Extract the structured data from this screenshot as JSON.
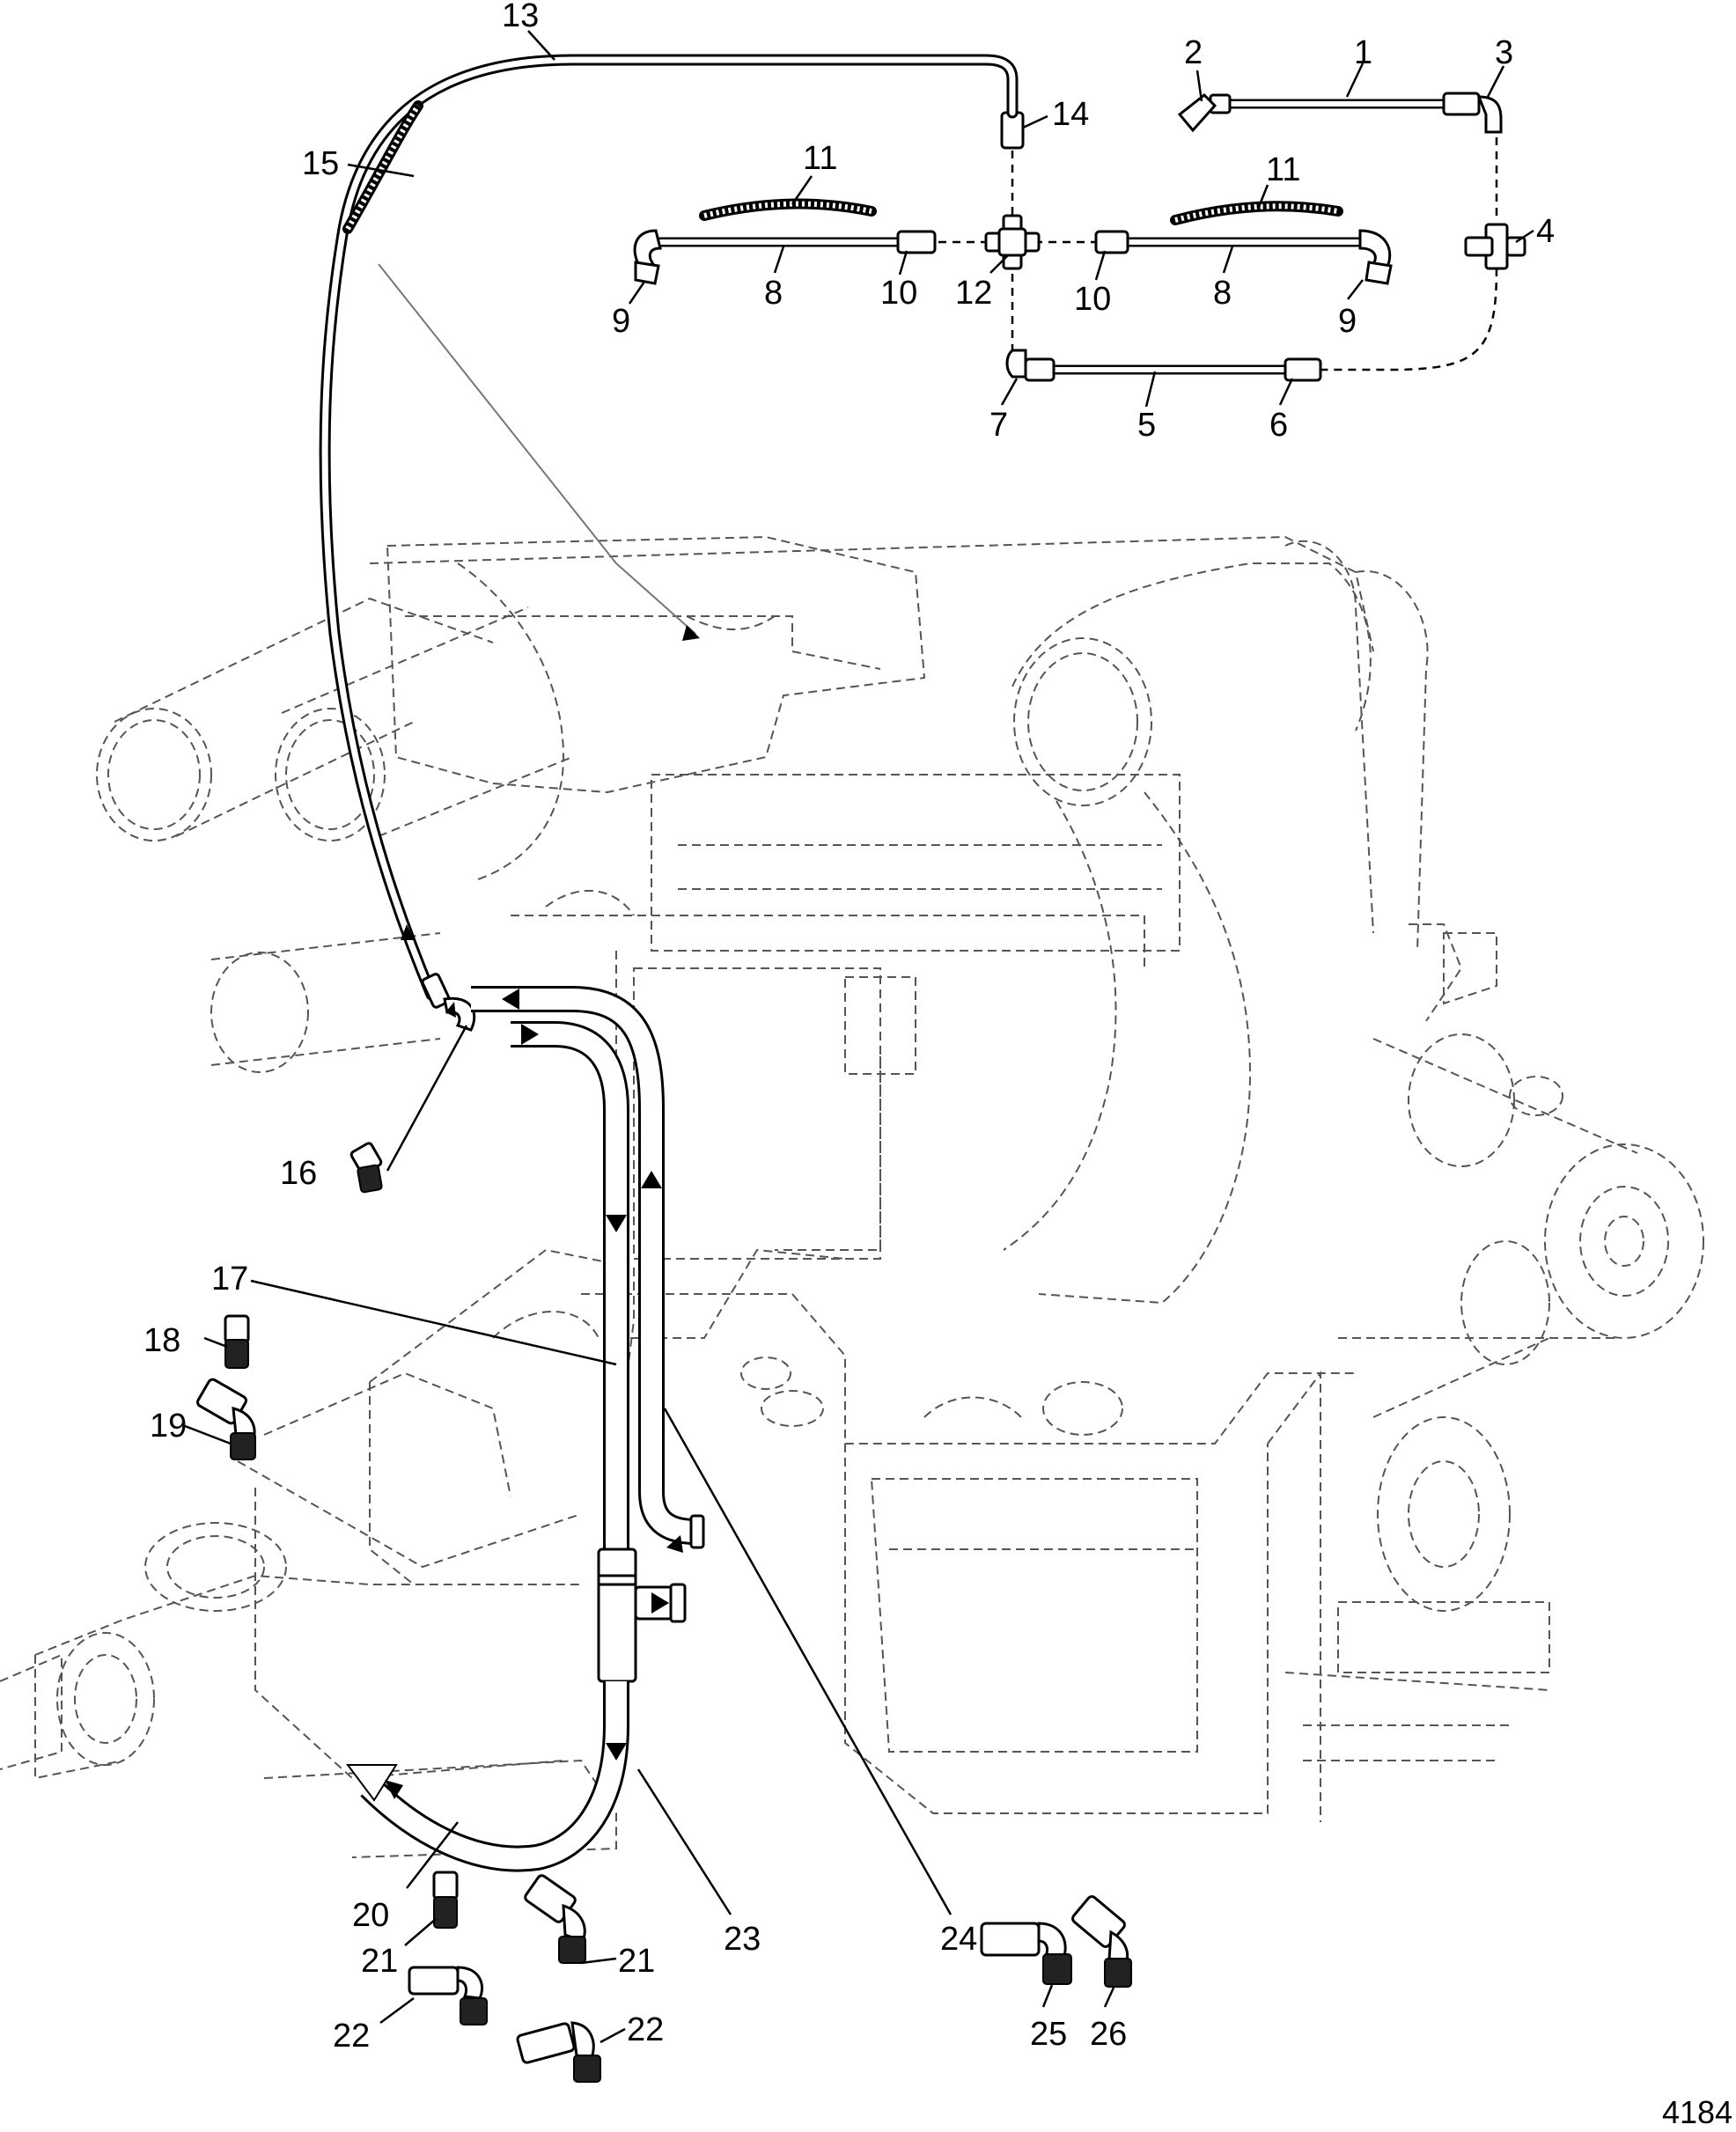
{
  "figure_number": "4184",
  "callouts": {
    "c1": "1",
    "c2": "2",
    "c3": "3",
    "c4": "4",
    "c5": "5",
    "c6": "6",
    "c7": "7",
    "c8a": "8",
    "c8b": "8",
    "c9a": "9",
    "c9b": "9",
    "c10a": "10",
    "c10b": "10",
    "c11a": "11",
    "c11b": "11",
    "c12": "12",
    "c13": "13",
    "c14": "14",
    "c15": "15",
    "c16": "16",
    "c17": "17",
    "c18": "18",
    "c19": "19",
    "c20": "20",
    "c21a": "21",
    "c21b": "21",
    "c22a": "22",
    "c22b": "22",
    "c23": "23",
    "c24": "24",
    "c25": "25",
    "c26": "26"
  }
}
